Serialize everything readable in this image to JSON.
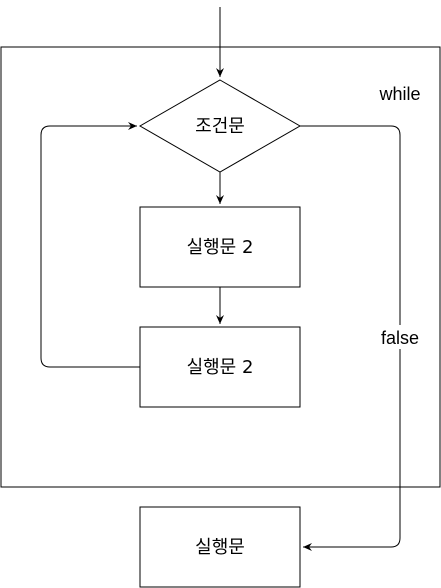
{
  "diagram": {
    "loop_label": "while",
    "false_label": "false",
    "nodes": {
      "condition": "조건문",
      "statement_1": "실행문 2",
      "statement_2": "실행문 2",
      "after_loop": "실행문"
    }
  },
  "colors": {
    "stroke": "#000000",
    "fill": "#ffffff",
    "text": "#000000"
  }
}
